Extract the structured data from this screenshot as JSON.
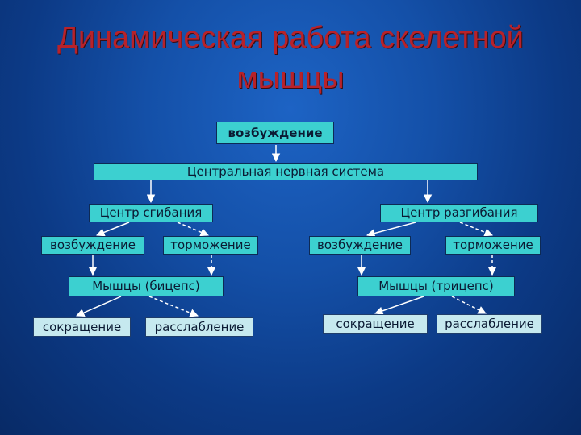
{
  "title": {
    "line1": "Динамическая работа скелетной",
    "line2": "мышцы"
  },
  "nodes": {
    "top_excitation": "возбуждение",
    "cns": "Центральная нервная система",
    "flexion_center": "Центр сгибания",
    "extension_center": "Центр разгибания",
    "flex_excitation": "возбуждение",
    "flex_inhibition": "торможение",
    "ext_excitation": "возбуждение",
    "ext_inhibition": "торможение",
    "biceps": "Мышцы (бицепс)",
    "triceps": "Мышцы (трицепс)",
    "biceps_contraction": "сокращение",
    "biceps_relaxation": "расслабление",
    "triceps_contraction": "сокращение",
    "triceps_relaxation": "расслабление"
  },
  "colors": {
    "node_fill": "#3cd0d0",
    "node_fill_light": "#c6e9ef",
    "title": "#b8222a",
    "connector": "#ffffff"
  }
}
